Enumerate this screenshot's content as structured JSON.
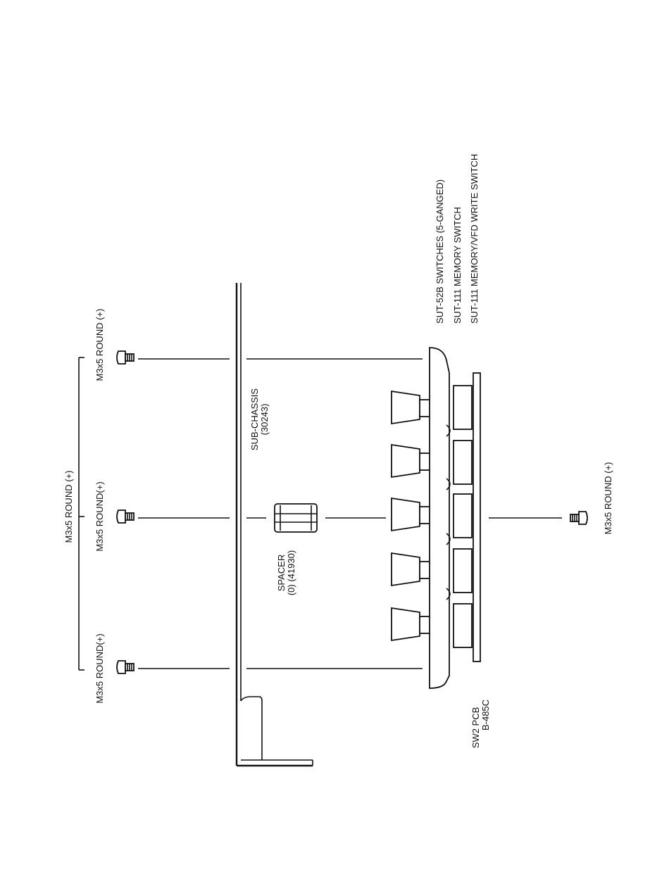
{
  "diagram": {
    "labels": {
      "screw_group_title": "M3x5 ROUND (+)",
      "screw_left": "M3x5 ROUND(+)",
      "screw_middle": "M3x5 ROUND(+)",
      "screw_right": "M3x5 ROUND (+)",
      "screw_bottom": "M3x5 ROUND (+)",
      "subchassis_name": "SUB-CHASSIS",
      "subchassis_part": "(30243)",
      "spacer_name": "SPACER",
      "spacer_part": "(0) (41930)",
      "pcb_ref": "SW2  PCB",
      "pcb_part": "B-485C",
      "switch_line_1": "SUT-52B  SWITCHES (5-GANGED)",
      "switch_line_2": "SUT-111  MEMORY SWITCH",
      "switch_line_3": "SUT-111  MEMORY/VFD WRITE SWITCH"
    }
  }
}
